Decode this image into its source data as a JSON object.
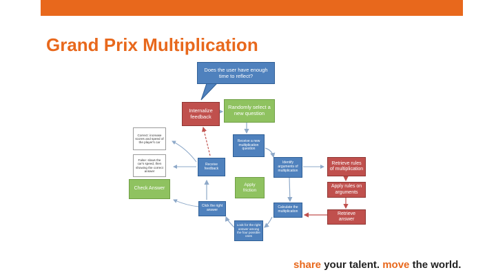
{
  "title": "Grand Prix Multiplication",
  "callout": "Does the user have enough time to reflect?",
  "nodes": {
    "internalize_feedback": "Internalize feedback",
    "randomly_select": "Randomly select a new question",
    "receive_new_question": "Receive a new multiplication question",
    "identify_arguments": "Identify arguments of multiplication",
    "retrieve_rules": "Retrieve rules of multiplication",
    "apply_rules": "Apply rules on arguments",
    "retrieve_answer": "Retrieve answer",
    "calculate": "Calculate the multiplication",
    "look_for_answer": "Look for the right answer among the four possible ones",
    "click_right_answer": "Click the right answer",
    "apply_friction": "Apply friction",
    "receive_feedback": "Receive feedback",
    "check_answer": "Check Answer",
    "correct_increase": "Correct: increase scores and speed of the player's car",
    "false_decrease": "False: slows the car's speed, then showing the correct answer"
  },
  "tagline": {
    "share": "share",
    "your_talent": " your talent. ",
    "move": "move",
    "the_world": " the world."
  },
  "colors": {
    "brand_orange": "#e8681c",
    "node_red": "#c0504d",
    "node_green": "#8fc260",
    "node_blue": "#4f81bd"
  }
}
